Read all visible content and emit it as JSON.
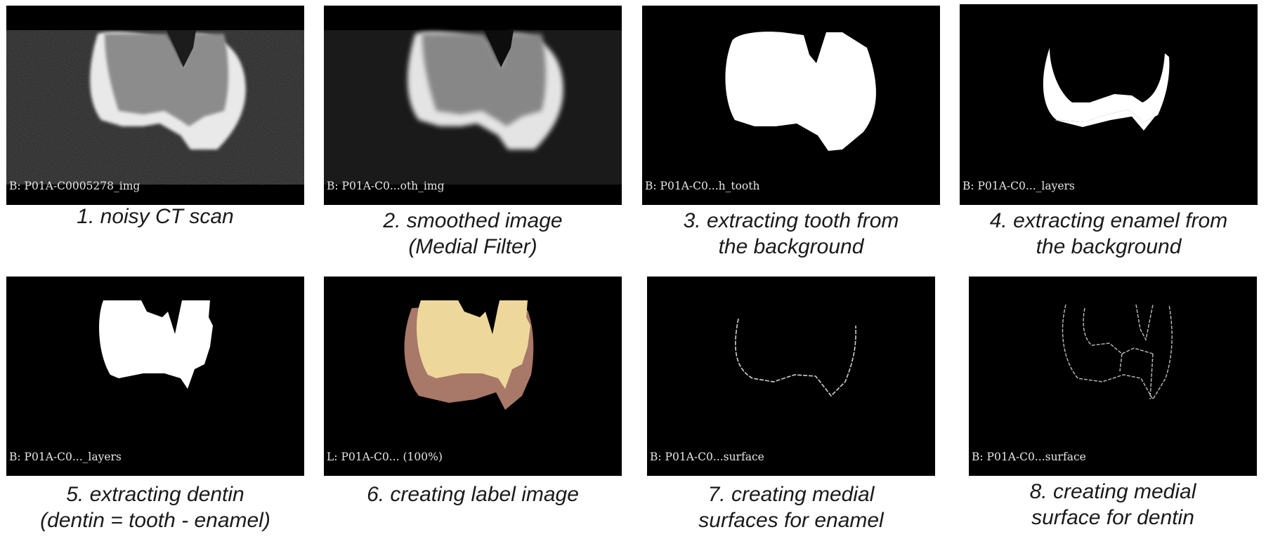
{
  "panels": [
    {
      "overlay": "B: P01A-C0005278_img",
      "caption": "1. noisy CT scan"
    },
    {
      "overlay": "B: P01A-C0...oth_img",
      "caption": "2. smoothed image\n(Medial Filter)"
    },
    {
      "overlay": "B: P01A-C0...h_tooth",
      "caption": "3. extracting tooth from\nthe background"
    },
    {
      "overlay": "B: P01A-C0..._layers",
      "caption": "4. extracting enamel from\nthe background"
    },
    {
      "overlay": "B: P01A-C0..._layers",
      "caption": "5. extracting dentin\n(dentin = tooth - enamel)"
    },
    {
      "overlay": "L: P01A-C0... (100%)",
      "caption": "6. creating label image"
    },
    {
      "overlay": "B: P01A-C0...surface",
      "caption": "7. creating medial\nsurfaces for enamel"
    },
    {
      "overlay": "B: P01A-C0...surface",
      "caption": "8. creating medial\nsurface for dentin"
    }
  ],
  "colors": {
    "background": "#000000",
    "enamel_label": "#A87868",
    "dentin_label": "#EDD79B"
  }
}
